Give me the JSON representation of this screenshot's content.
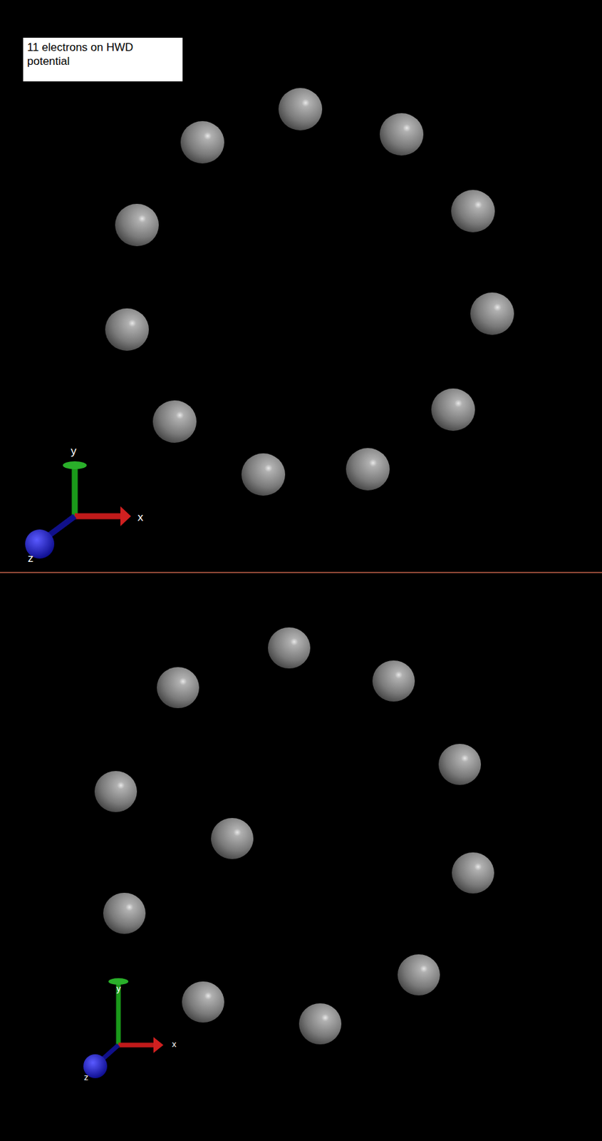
{
  "diagram": {
    "nodes": [
      {
        "text": [
          "11 electrons on HWD potential"
        ]
      }
    ],
    "labels": [
      "y",
      "x",
      "z",
      "y",
      "x",
      "z"
    ]
  }
}
